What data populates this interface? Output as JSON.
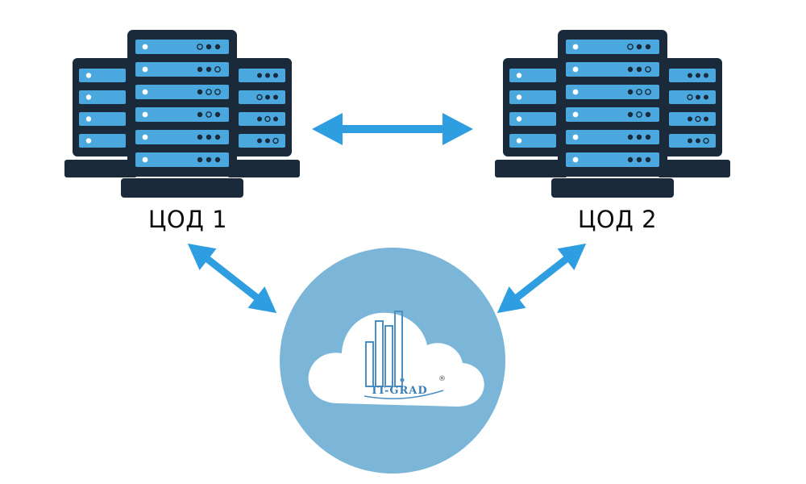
{
  "datacenters": [
    {
      "label": "ЦОД 1"
    },
    {
      "label": "ЦОД 2"
    }
  ],
  "cloud": {
    "logo_text": "IT-GRAD",
    "registered_mark": "®"
  },
  "colors": {
    "server_body": "#1b2a3b",
    "server_slot": "#4aa8de",
    "server_dot": "#1b2a3b",
    "arrow": "#2f9ee0",
    "cloud_circle": "#7bb6d9",
    "cloud": "#ffffff",
    "logo": "#4a8ec4"
  },
  "icons": {
    "server": "server-rack-icon",
    "arrow": "double-headed-arrow-icon",
    "cloud": "cloud-icon"
  }
}
